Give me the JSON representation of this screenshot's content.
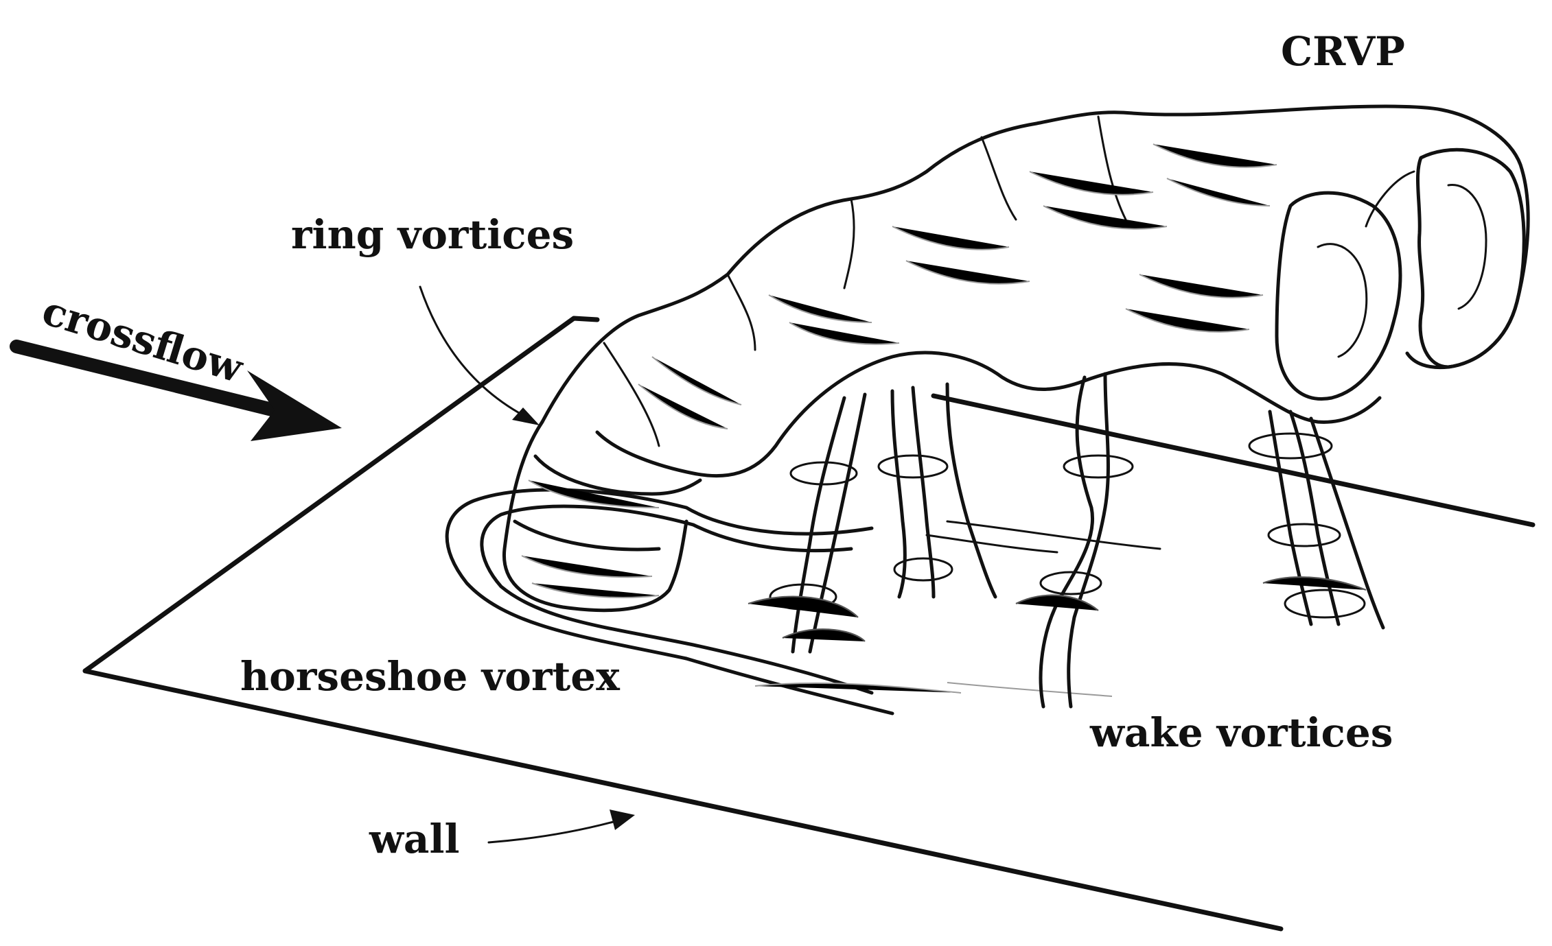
{
  "diagram": {
    "labels": {
      "crvp": "CRVP",
      "ring_vortices": "ring vortices",
      "crossflow": "crossflow",
      "horseshoe_vortex": "horseshoe vortex",
      "wake_vortices": "wake vortices",
      "wall": "wall"
    },
    "colors": {
      "ink": "#111111",
      "background": "#ffffff"
    }
  }
}
